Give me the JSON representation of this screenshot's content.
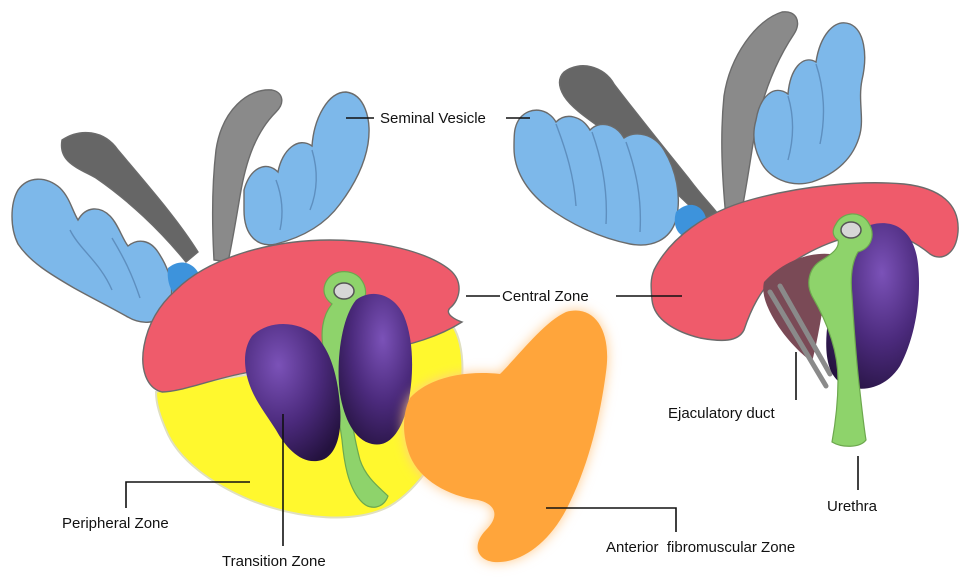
{
  "diagram": {
    "labels": {
      "seminal_vesicle": "Seminal Vesicle",
      "central_zone": "Central Zone",
      "ejaculatory_duct": "Ejaculatory duct",
      "urethra": "Urethra",
      "peripheral_zone": "Peripheral Zone",
      "transition_zone": "Transition Zone",
      "anterior_fibromuscular_zone": "Anterior  fibromuscular Zone"
    },
    "colors": {
      "seminal_vesicle": "#7db8ea",
      "vas_deferens": "#7a7a7a",
      "central_zone": "#ef5b6b",
      "peripheral_zone": "#fff82e",
      "transition_zone": "#4b2a7c",
      "urethra": "#8ed36b",
      "anterior_fibromuscular_zone": "#ffa53b",
      "duct_lumen": "#b9b9b9"
    }
  }
}
